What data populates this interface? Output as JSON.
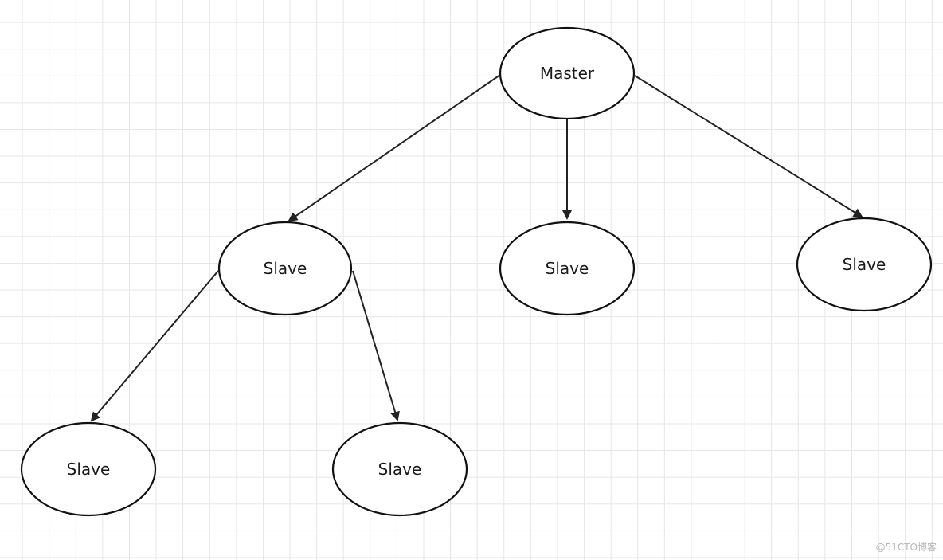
{
  "diagram": {
    "nodes": [
      {
        "id": "master",
        "label": "Master"
      },
      {
        "id": "slave-1",
        "label": "Slave"
      },
      {
        "id": "slave-2",
        "label": "Slave"
      },
      {
        "id": "slave-3",
        "label": "Slave"
      },
      {
        "id": "slave-4",
        "label": "Slave"
      },
      {
        "id": "slave-5",
        "label": "Slave"
      }
    ],
    "edges": [
      {
        "from": "master",
        "to": "slave-1"
      },
      {
        "from": "master",
        "to": "slave-2"
      },
      {
        "from": "master",
        "to": "slave-3"
      },
      {
        "from": "slave-1",
        "to": "slave-4"
      },
      {
        "from": "slave-1",
        "to": "slave-5"
      }
    ],
    "colors": {
      "stroke": "#111111",
      "fill": "#ffffff",
      "grid": "#e6e6e6",
      "text": "#1a1a1a"
    }
  },
  "watermark": "@51CTO博客"
}
